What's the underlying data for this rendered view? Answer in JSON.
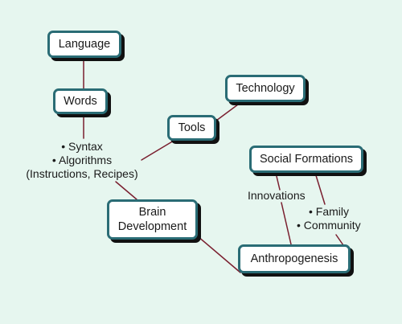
{
  "colors": {
    "background": "#e6f6ef",
    "node_border": "#2a6c75",
    "node_fill": "#ffffff",
    "node_shadow": "#111111",
    "connector": "#7a1f2f"
  },
  "nodes": {
    "language": "Language",
    "words": "Words",
    "technology": "Technology",
    "tools": "Tools",
    "social_formations": "Social Formations",
    "brain_development": [
      "Brain",
      "Development"
    ],
    "anthropogenesis": "Anthropogenesis"
  },
  "labels": {
    "words_features": [
      "• Syntax",
      "• Algorithms",
      "(Instructions, Recipes)"
    ],
    "innovations": "Innovations",
    "social_features": [
      "• Family",
      "• Community"
    ]
  }
}
